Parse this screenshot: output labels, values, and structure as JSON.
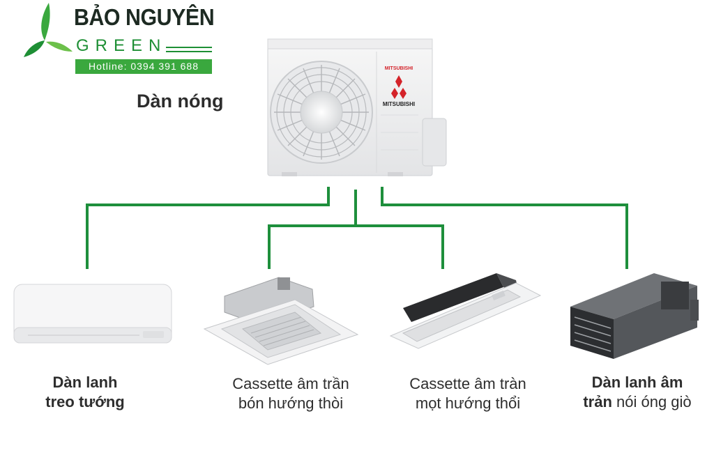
{
  "logo": {
    "brand_name": "BẢO NGUYÊN",
    "brand_sub": "GREEN",
    "hotline": "Hotline: 0394 391 688",
    "brand_green": "#1e8f35",
    "hotline_bg": "#3aa83e"
  },
  "outdoor_unit": {
    "label": "Dàn nóng",
    "brand_text_top": "MITSUBISHI",
    "brand_text_logo": "MITSUBISHI"
  },
  "connector_color": "#1e8f3c",
  "indoor_units": [
    {
      "line1": "Dàn lanh",
      "line2": "treo tướng",
      "style": "bold"
    },
    {
      "line1": "Cassette âm trần",
      "line2": "bón hướng thòi",
      "style": "normal"
    },
    {
      "line1": "Cassette âm tràn",
      "line2": "mọt hướng thổi",
      "style": "normal"
    },
    {
      "line1": "Dàn lanh âm",
      "line2_bold": "trản",
      "line2_rest": " nói óng giò",
      "style": "mixed"
    }
  ]
}
